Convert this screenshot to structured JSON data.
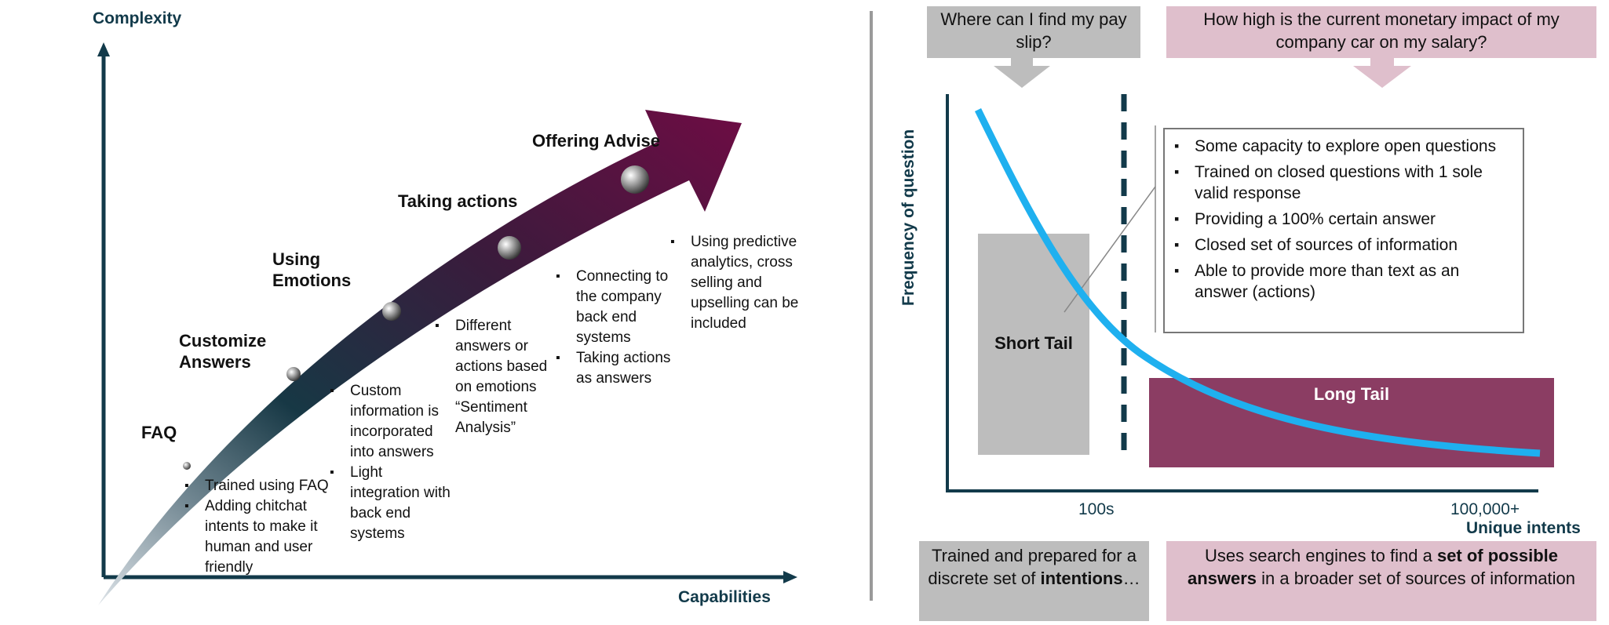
{
  "left": {
    "y_axis_label": "Complexity",
    "x_axis_label": "Capabilities",
    "stages": [
      {
        "label": "FAQ",
        "bullets": [
          "Trained using FAQ",
          "Adding chitchat intents to make it human and user friendly"
        ]
      },
      {
        "label": "Customize Answers",
        "bullets": [
          "Custom information is incorporated into answers",
          "Light integration with back end systems"
        ]
      },
      {
        "label": "Using Emotions",
        "bullets": [
          "Different answers or actions based on emotions “Sentiment Analysis”"
        ]
      },
      {
        "label": "Taking actions",
        "bullets": [
          "Connecting to the company back end systems",
          "Taking actions as answers"
        ]
      },
      {
        "label": "Offering Advise",
        "bullets": [
          "Using predictive analytics, cross selling and upselling can be included"
        ]
      }
    ]
  },
  "right": {
    "question_left": "Where can I find my pay slip?",
    "question_right": "How high is the current monetary impact of my company car on my salary?",
    "y_axis_label": "Frequency of question",
    "x_axis_label": "Unique intents",
    "tick_left": "100s",
    "tick_right": "100,000+",
    "short_tail_label": "Short Tail",
    "long_tail_label": "Long Tail",
    "features": [
      "Some capacity to explore open questions",
      "Trained on closed questions with 1 sole valid response",
      "Providing a 100% certain answer",
      "Closed set of sources of information",
      "Able to provide more than text as an answer (actions)"
    ],
    "bottom_left": {
      "text": "Trained and prepared for a discrete set of ",
      "bold": "intentions",
      "suffix": "…"
    },
    "bottom_right": {
      "prefix": "Uses search engines  to find a ",
      "bold": "set of possible answers",
      "suffix": " in a broader set of sources of information"
    }
  },
  "colors": {
    "axis": "#123a4a",
    "arrow_dark": "#5a0f3a",
    "curve": "#1fb0ef",
    "long_tail": "#8b3d63",
    "short_tail": "#bdbdbd",
    "pink_box": "#dfbfcc",
    "grey_box": "#bdbdbd"
  }
}
